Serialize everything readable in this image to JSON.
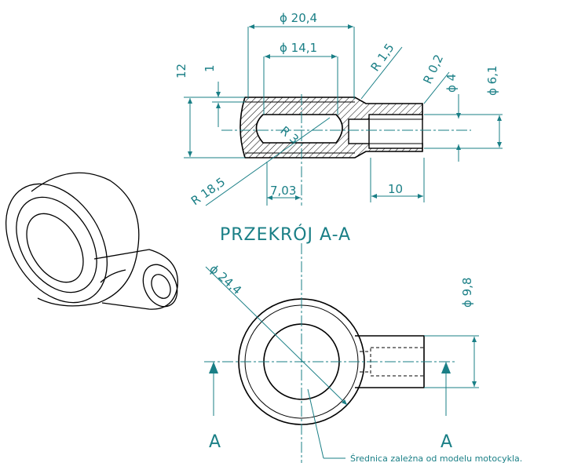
{
  "section_title": "PRZEKRÓJ A-A",
  "note": "Średnica zależna od modelu motocykla.",
  "section_marks": [
    "A",
    "A"
  ],
  "dimensions": {
    "d_outer": "ϕ 20,4",
    "d_inner": "ϕ 14,1",
    "r_1_5": "R 1,5",
    "r_0_2": "R 0,2",
    "d_4": "ϕ 4",
    "d_6_1": "ϕ 6,1",
    "h_12": "12",
    "h_1": "1",
    "r_3": "R 3",
    "r_18_5": "R 18,5",
    "l_7_03": "7,03",
    "l_10": "10",
    "d_24_4": "ϕ 24,4",
    "d_9_8": "ϕ 9,8"
  },
  "colors": {
    "dimension": "#1a7f86",
    "outline": "#000000"
  }
}
